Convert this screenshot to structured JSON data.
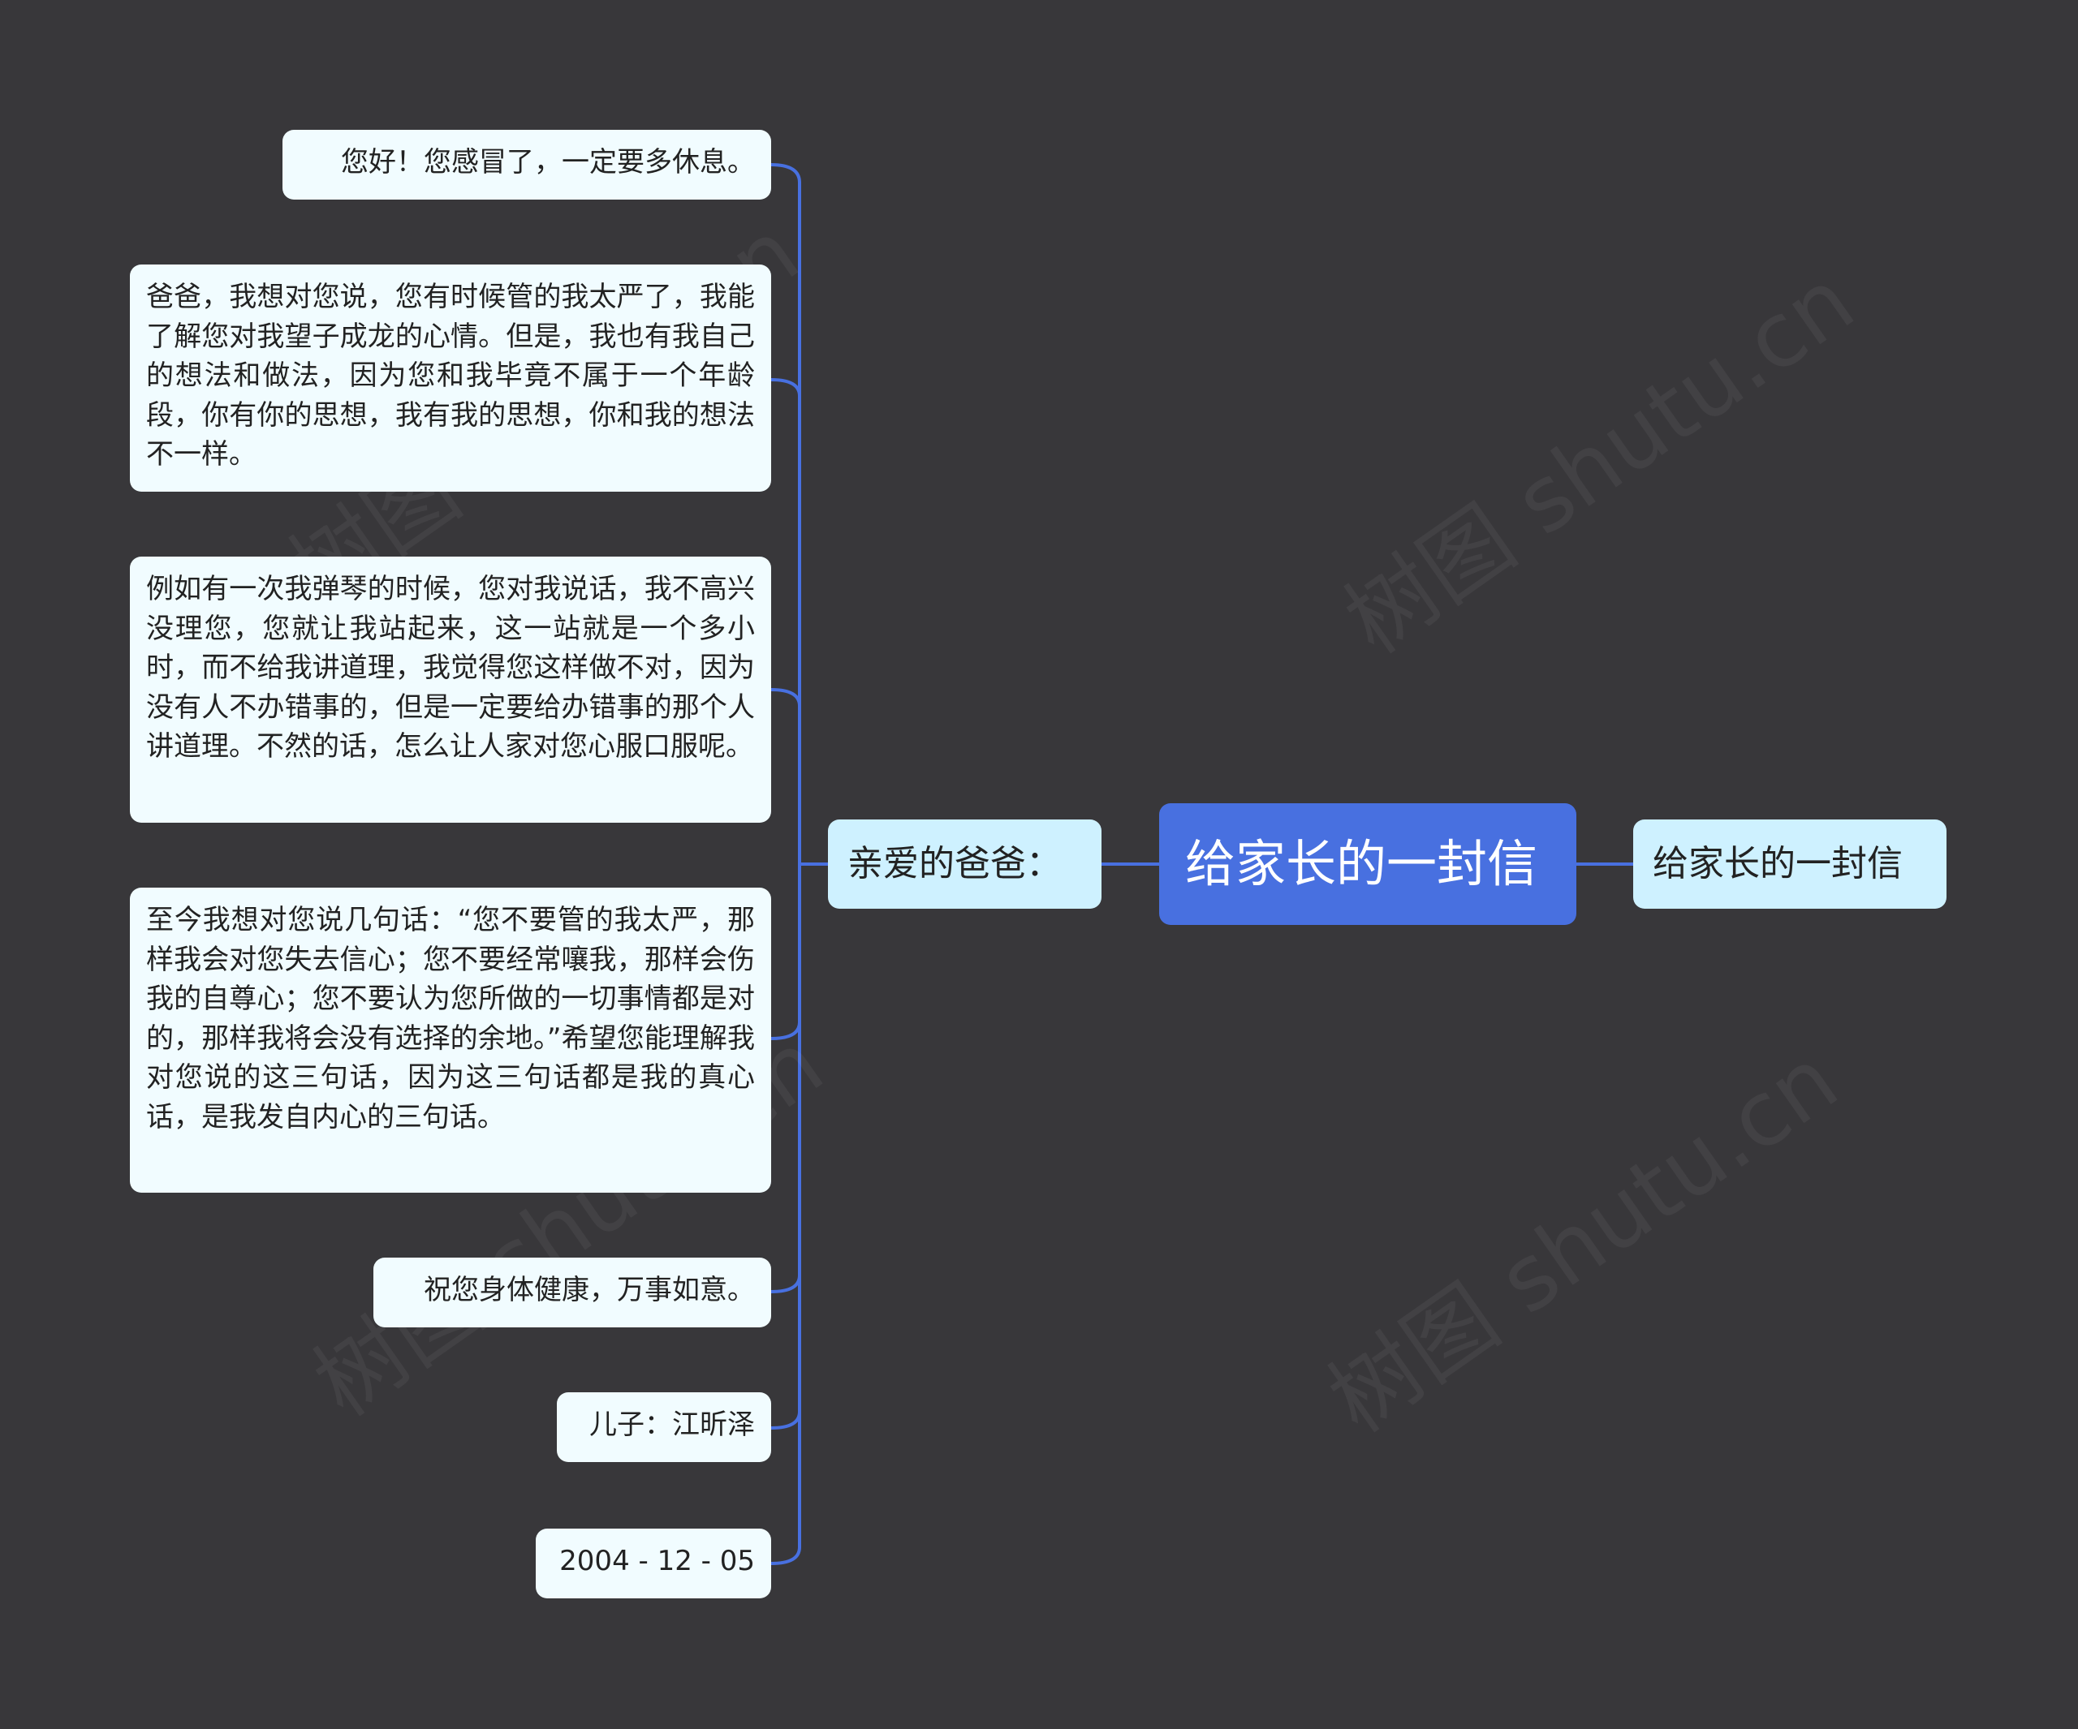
{
  "colors": {
    "background": "#38373a",
    "root": "#4870e0",
    "mid": "#cef1ff",
    "leaf": "#f1fcff",
    "line": "#4870e0"
  },
  "root": {
    "label": "给家长的一封信"
  },
  "right_child": {
    "label": "给家长的一封信"
  },
  "left_branch": {
    "label": "亲爱的爸爸："
  },
  "leaves": [
    {
      "text": "您好！您感冒了，一定要多休息。"
    },
    {
      "text": "爸爸，我想对您说，您有时候管的我太严了，我能了解您对我望子成龙的心情。但是，我也有我自己的想法和做法，因为您和我毕竟不属于一个年龄段，你有你的思想，我有我的思想，你和我的想法不一样。"
    },
    {
      "text": "例如有一次我弹琴的时候，您对我说话，我不高兴没理您，您就让我站起来，这一站就是一个多小时，而不给我讲道理，我觉得您这样做不对，因为没有人不办错事的，但是一定要给办错事的那个人讲道理。不然的话，怎么让人家对您心服口服呢。"
    },
    {
      "text": "至今我想对您说几句话：“您不要管的我太严，那样我会对您失去信心；您不要经常嚷我，那样会伤我的自尊心；您不要认为您所做的一切事情都是对的，那样我将会没有选择的余地。”希望您能理解我对您说的这三句话，因为这三句话都是我的真心话，是我发自内心的三句话。"
    },
    {
      "text": "祝您身体健康，万事如意。"
    },
    {
      "text": "儿子：江昕泽"
    },
    {
      "text": "2004 - 12 - 05"
    }
  ]
}
